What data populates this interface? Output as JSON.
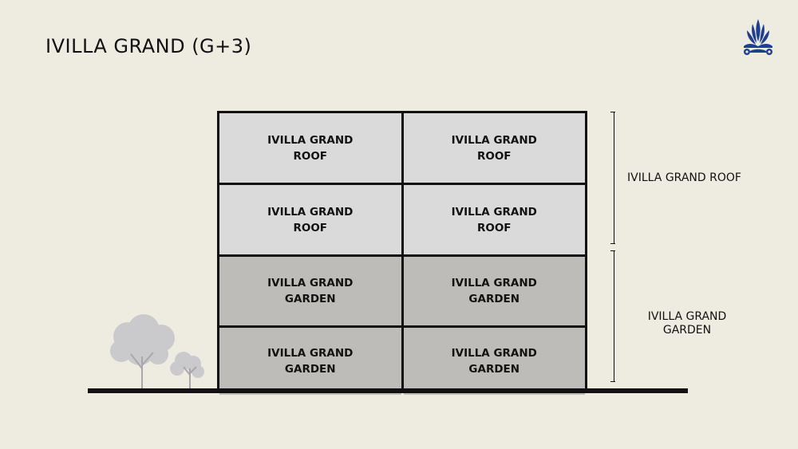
{
  "title": "IVILLA GRAND (G+3)",
  "floors": [
    {
      "level": 3,
      "type": "roof",
      "units": [
        "IVILLA GRAND ROOF",
        "IVILLA GRAND ROOF"
      ]
    },
    {
      "level": 2,
      "type": "roof",
      "units": [
        "IVILLA GRAND ROOF",
        "IVILLA GRAND ROOF"
      ]
    },
    {
      "level": 1,
      "type": "garden",
      "units": [
        "IVILLA GRAND GARDEN",
        "IVILLA GRAND GARDEN"
      ]
    },
    {
      "level": 0,
      "type": "garden",
      "units": [
        "IVILLA GRAND GARDEN",
        "IVILLA GRAND GARDEN"
      ]
    }
  ],
  "side_labels": {
    "roof": "IVILLA GRAND ROOF",
    "garden": "IVILLA GRAND GARDEN"
  },
  "colors": {
    "background": "#eeebe0",
    "roof_fill": "#dadada",
    "garden_fill": "#bdbcb8",
    "logo": "#1f3f8f"
  },
  "icons": {
    "logo": "lotus-flame-logo",
    "trees": "tree-silhouettes"
  }
}
